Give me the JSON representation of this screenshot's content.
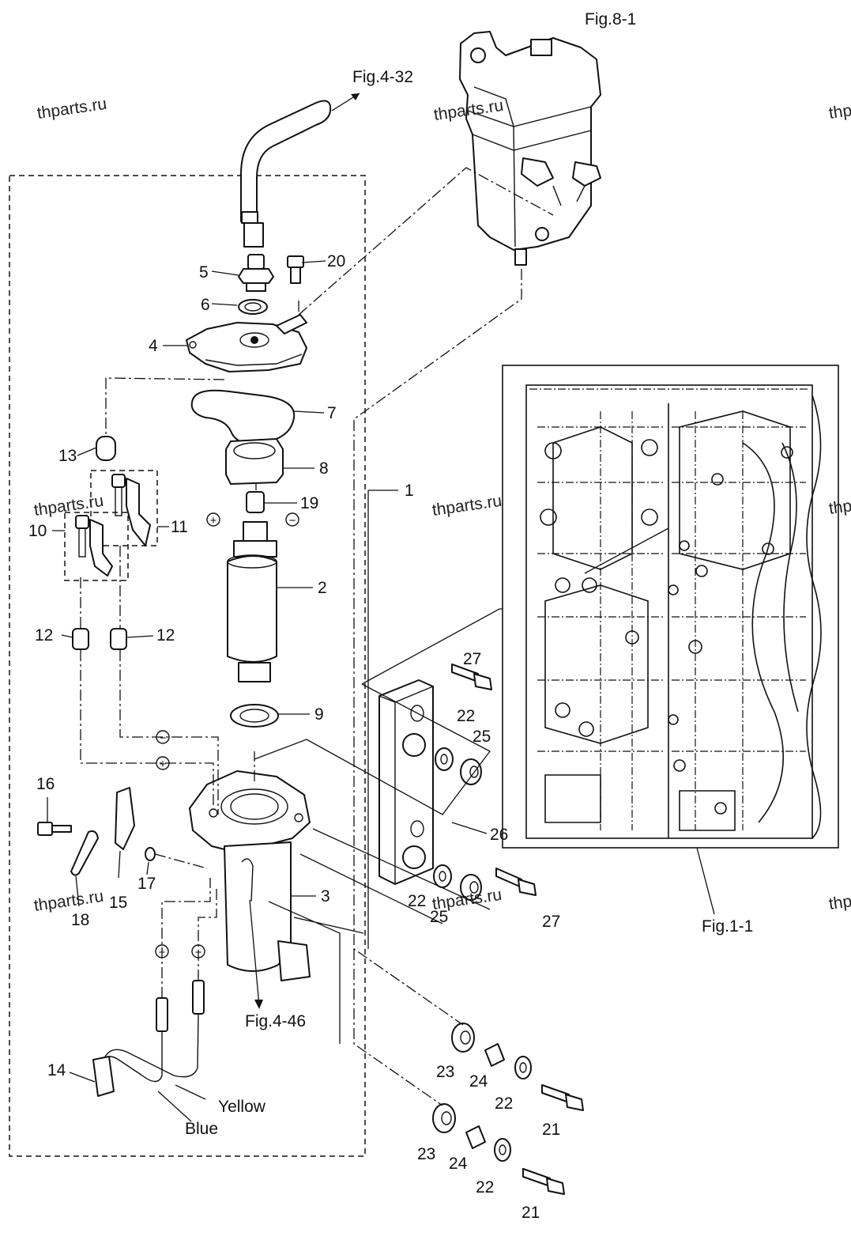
{
  "references": {
    "fig_8_1": "Fig.8-1",
    "fig_4_32": "Fig.4-32",
    "fig_4_46": "Fig.4-46",
    "fig_1_1": "Fig.1-1"
  },
  "watermark": "thparts.ru",
  "part_numbers": {
    "p1": "1",
    "p2": "2",
    "p3": "3",
    "p4": "4",
    "p5": "5",
    "p6": "6",
    "p7": "7",
    "p8": "8",
    "p9": "9",
    "p10": "10",
    "p11": "11",
    "p12": "12",
    "p13": "13",
    "p14": "14",
    "p15": "15",
    "p16": "16",
    "p17": "17",
    "p18": "18",
    "p19": "19",
    "p20": "20",
    "p21": "21",
    "p22": "22",
    "p23": "23",
    "p24": "24",
    "p25": "25",
    "p26": "26",
    "p27": "27"
  },
  "wire_labels": {
    "yellow": "Yellow",
    "blue": "Blue"
  },
  "polarity": {
    "plus": "+",
    "minus": "−"
  }
}
